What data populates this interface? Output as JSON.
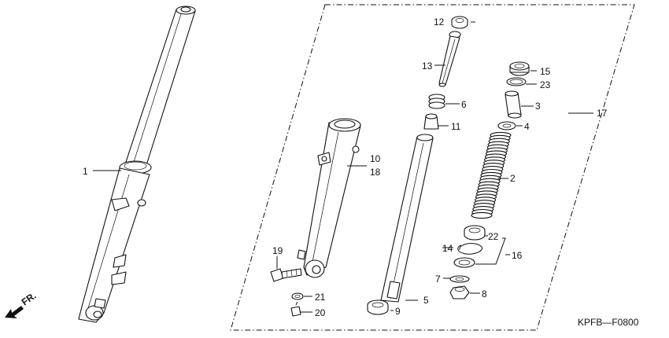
{
  "diagram": {
    "code": "KPFB—F0800",
    "direction_label": "FR.",
    "callouts": [
      "1",
      "2",
      "3",
      "4",
      "5",
      "6",
      "7",
      "8",
      "9",
      "10",
      "11",
      "12",
      "13",
      "14",
      "15",
      "16",
      "17",
      "18",
      "19",
      "20",
      "21",
      "22",
      "23"
    ]
  }
}
